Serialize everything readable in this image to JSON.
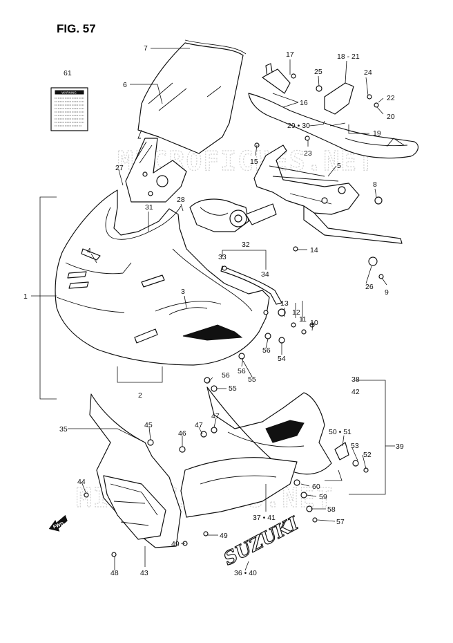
{
  "figure": {
    "title": "FIG. 57"
  },
  "watermark": {
    "text": "MICROFICHES.NET"
  },
  "logo_text": "SUZUKI",
  "fwd_label": "FWD",
  "label_61": {
    "heading": "WARNING"
  },
  "callouts": [
    {
      "id": "c1",
      "text": "1"
    },
    {
      "id": "c2",
      "text": "2"
    },
    {
      "id": "c3",
      "text": "3"
    },
    {
      "id": "c4",
      "text": "4"
    },
    {
      "id": "c5",
      "text": "5"
    },
    {
      "id": "c6",
      "text": "6"
    },
    {
      "id": "c7",
      "text": "7"
    },
    {
      "id": "c8",
      "text": "8"
    },
    {
      "id": "c9",
      "text": "9"
    },
    {
      "id": "c10",
      "text": "10"
    },
    {
      "id": "c11",
      "text": "11"
    },
    {
      "id": "c12",
      "text": "12"
    },
    {
      "id": "c13",
      "text": "13"
    },
    {
      "id": "c14",
      "text": "14"
    },
    {
      "id": "c15",
      "text": "15"
    },
    {
      "id": "c16",
      "text": "16"
    },
    {
      "id": "c17",
      "text": "17"
    },
    {
      "id": "c18-21",
      "text": "18 - 21"
    },
    {
      "id": "c19",
      "text": "19"
    },
    {
      "id": "c20",
      "text": "20"
    },
    {
      "id": "c22",
      "text": "22"
    },
    {
      "id": "c23",
      "text": "23"
    },
    {
      "id": "c24",
      "text": "24"
    },
    {
      "id": "c25",
      "text": "25"
    },
    {
      "id": "c26",
      "text": "26"
    },
    {
      "id": "c27",
      "text": "27"
    },
    {
      "id": "c28",
      "text": "28"
    },
    {
      "id": "c29-30",
      "text": "29 • 30"
    },
    {
      "id": "c31",
      "text": "31"
    },
    {
      "id": "c32",
      "text": "32"
    },
    {
      "id": "c33",
      "text": "33"
    },
    {
      "id": "c34",
      "text": "34"
    },
    {
      "id": "c35",
      "text": "35"
    },
    {
      "id": "c36-40",
      "text": "36 • 40"
    },
    {
      "id": "c37-41",
      "text": "37 • 41"
    },
    {
      "id": "c38",
      "text": "38"
    },
    {
      "id": "c39",
      "text": "39"
    },
    {
      "id": "c42",
      "text": "42"
    },
    {
      "id": "c43",
      "text": "43"
    },
    {
      "id": "c44",
      "text": "44"
    },
    {
      "id": "c45",
      "text": "45"
    },
    {
      "id": "c46",
      "text": "46"
    },
    {
      "id": "c47a",
      "text": "47"
    },
    {
      "id": "c47b",
      "text": "47"
    },
    {
      "id": "c48",
      "text": "48"
    },
    {
      "id": "c49a",
      "text": "49"
    },
    {
      "id": "c49b",
      "text": "49"
    },
    {
      "id": "c50-51",
      "text": "50 • 51"
    },
    {
      "id": "c52",
      "text": "52"
    },
    {
      "id": "c53",
      "text": "53"
    },
    {
      "id": "c54",
      "text": "54"
    },
    {
      "id": "c55a",
      "text": "55"
    },
    {
      "id": "c55b",
      "text": "55"
    },
    {
      "id": "c56a",
      "text": "56"
    },
    {
      "id": "c56b",
      "text": "56"
    },
    {
      "id": "c56c",
      "text": "56"
    },
    {
      "id": "c57",
      "text": "57"
    },
    {
      "id": "c58",
      "text": "58"
    },
    {
      "id": "c59",
      "text": "59"
    },
    {
      "id": "c60",
      "text": "60"
    },
    {
      "id": "c61",
      "text": "61"
    }
  ]
}
